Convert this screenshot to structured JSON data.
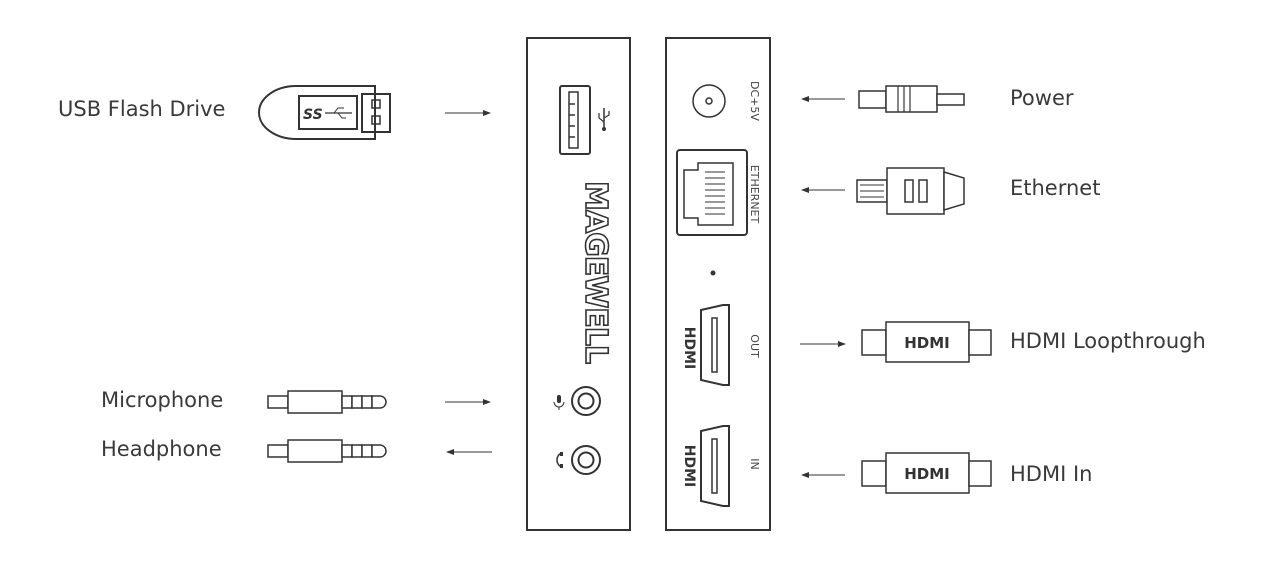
{
  "labels": {
    "usb_flash_drive": "USB Flash Drive",
    "microphone": "Microphone",
    "headphone": "Headphone",
    "power": "Power",
    "ethernet": "Ethernet",
    "hdmi_loopthrough": "HDMI Loopthrough",
    "hdmi_in": "HDMI In"
  },
  "device": {
    "brand": "MAGEWELL",
    "port_labels": {
      "dc": "DC+5V",
      "ethernet": "ETHERNET",
      "out": "OUT",
      "in": "IN"
    },
    "hdmi_logo": "HDMI",
    "usb_logo": "SS"
  },
  "colors": {
    "stroke": "#333333",
    "text": "#3a3a3a"
  }
}
